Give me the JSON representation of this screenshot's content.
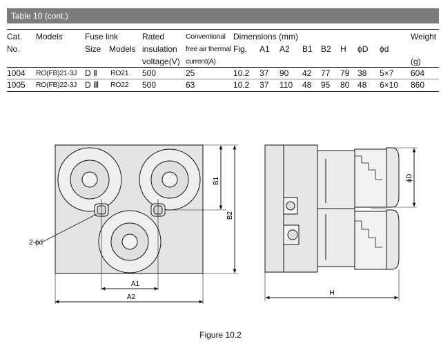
{
  "banner": "Table 10 (cont.)",
  "header": {
    "cat": "Cat.",
    "no": "No.",
    "models": "Models",
    "fuse_link": "Fuse link",
    "size": "Size",
    "fuse_models": "Models",
    "rated_1": "Rated",
    "rated_2": "insulation",
    "rated_3": "voltage(V)",
    "conv_1": "Conventional",
    "conv_2": "free air thermal",
    "conv_3": "current(A)",
    "dimensions": "Dimensions (mm)",
    "fig": "Fig.",
    "a1": "A1",
    "a2": "A2",
    "b1": "B1",
    "b2": "B2",
    "h": "H",
    "phi_D": "ϕD",
    "phi_d": "ϕd",
    "weight": "Weight",
    "weight_unit": "(g)"
  },
  "rows": [
    {
      "cat": "1004",
      "model": "RO(FB)21-3J",
      "size": "D Ⅱ",
      "fuse_model": "RO21",
      "voltage": "500",
      "current": "25",
      "fig": "10.2",
      "a1": "37",
      "a2": "90",
      "b1": "42",
      "b2": "77",
      "h": "79",
      "D": "38",
      "d": "5×7",
      "weight": "604"
    },
    {
      "cat": "1005",
      "model": "RO(FB)22-3J",
      "size": "D Ⅲ",
      "fuse_model": "RO22",
      "voltage": "500",
      "current": "63",
      "fig": "10.2",
      "a1": "37",
      "a2": "110",
      "b1": "48",
      "b2": "95",
      "h": "80",
      "D": "48",
      "d": "6×10",
      "weight": "860"
    }
  ],
  "drawing": {
    "label_b1": "B1",
    "label_b2": "B2",
    "label_a1": "A1",
    "label_a2": "A2",
    "label_2d": "2-ϕd",
    "label_D": "ϕD",
    "label_h": "H"
  },
  "caption": "Figure 10.2"
}
